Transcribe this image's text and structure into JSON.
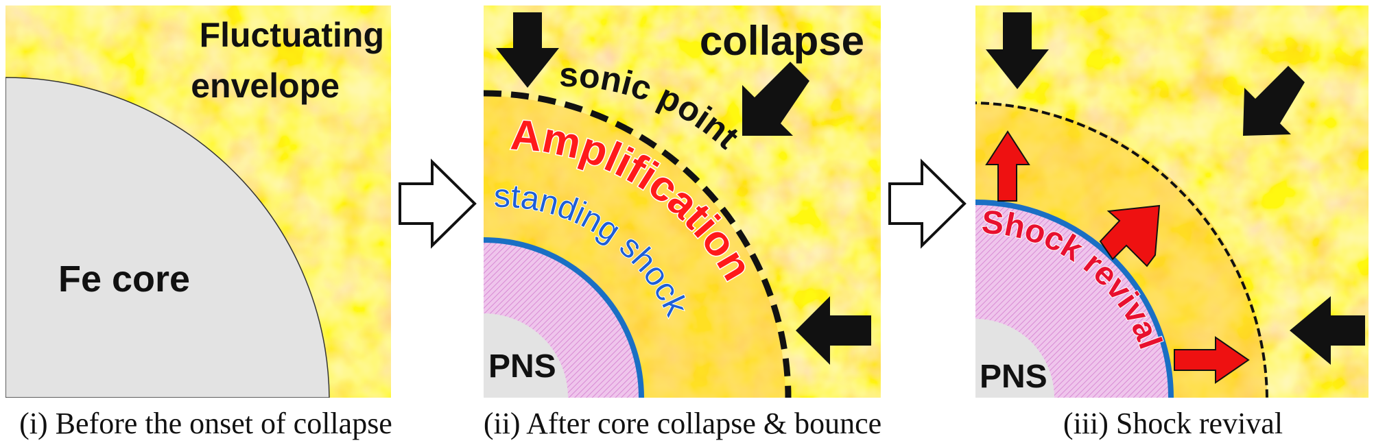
{
  "panels": [
    {
      "labels": {
        "envelope": "Fluctuating envelope",
        "envelope_line1": "Fluctuating",
        "envelope_line2": "envelope",
        "core": "Fe core"
      },
      "caption": "(i) Before the onset of collapse"
    },
    {
      "labels": {
        "collapse": "collapse",
        "sonic": "sonic point",
        "amplification": "Amplification",
        "standing": "standing shock",
        "pns": "PNS"
      },
      "caption": "(ii) After core collapse & bounce"
    },
    {
      "labels": {
        "revival": "Shock revival",
        "pns": "PNS"
      },
      "caption": "(iii) Shock revival"
    }
  ],
  "colors": {
    "amplification": "#ff1a1a",
    "standing_shock": "#1f5fd6",
    "shock_line": "#1a6fc4",
    "pns_fill": "#e8b6e6",
    "revival": "#e8102f",
    "arrow": "#111111"
  },
  "icons": {
    "transition": "hollow-right-arrow",
    "infall": "black-arrow",
    "expansion": "red-arrow"
  }
}
